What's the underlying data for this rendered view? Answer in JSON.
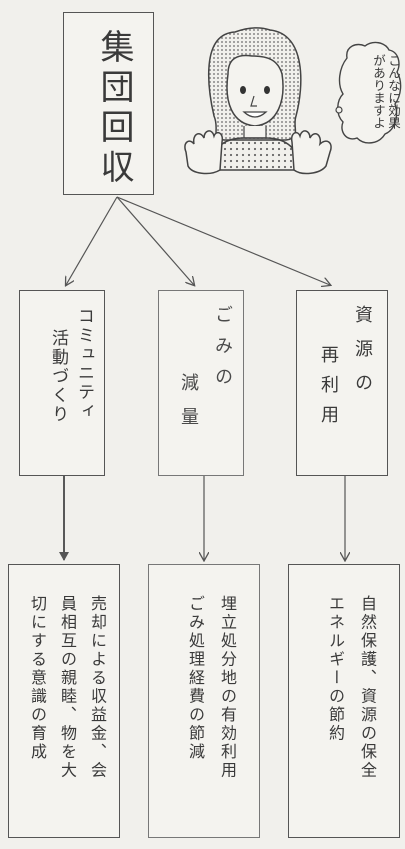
{
  "main": {
    "title": "集団回収"
  },
  "speech": {
    "text": "こんなに効果がありますよ"
  },
  "categories": [
    {
      "id": "community",
      "label_lines": [
        "コミュニティ",
        "活動づくり"
      ],
      "effect_lines": [
        "売却による収益金、会",
        "員相互の親睦、物を大",
        "切にする意識の育成"
      ]
    },
    {
      "id": "reduction",
      "label_lines": [
        "ごみの",
        "減量"
      ],
      "effect_lines": [
        "埋立処分地の有効利用",
        "ごみ処理経費の節減"
      ]
    },
    {
      "id": "reuse",
      "label_lines": [
        "資源の",
        "再利用"
      ],
      "effect_lines": [
        "自然保護、資源の保全",
        "エネルギーの節約"
      ]
    }
  ],
  "colors": {
    "line": "#555555",
    "background": "#f1f0ec",
    "text": "#3a3a3a",
    "hair_dots": "#8a8a8a"
  }
}
